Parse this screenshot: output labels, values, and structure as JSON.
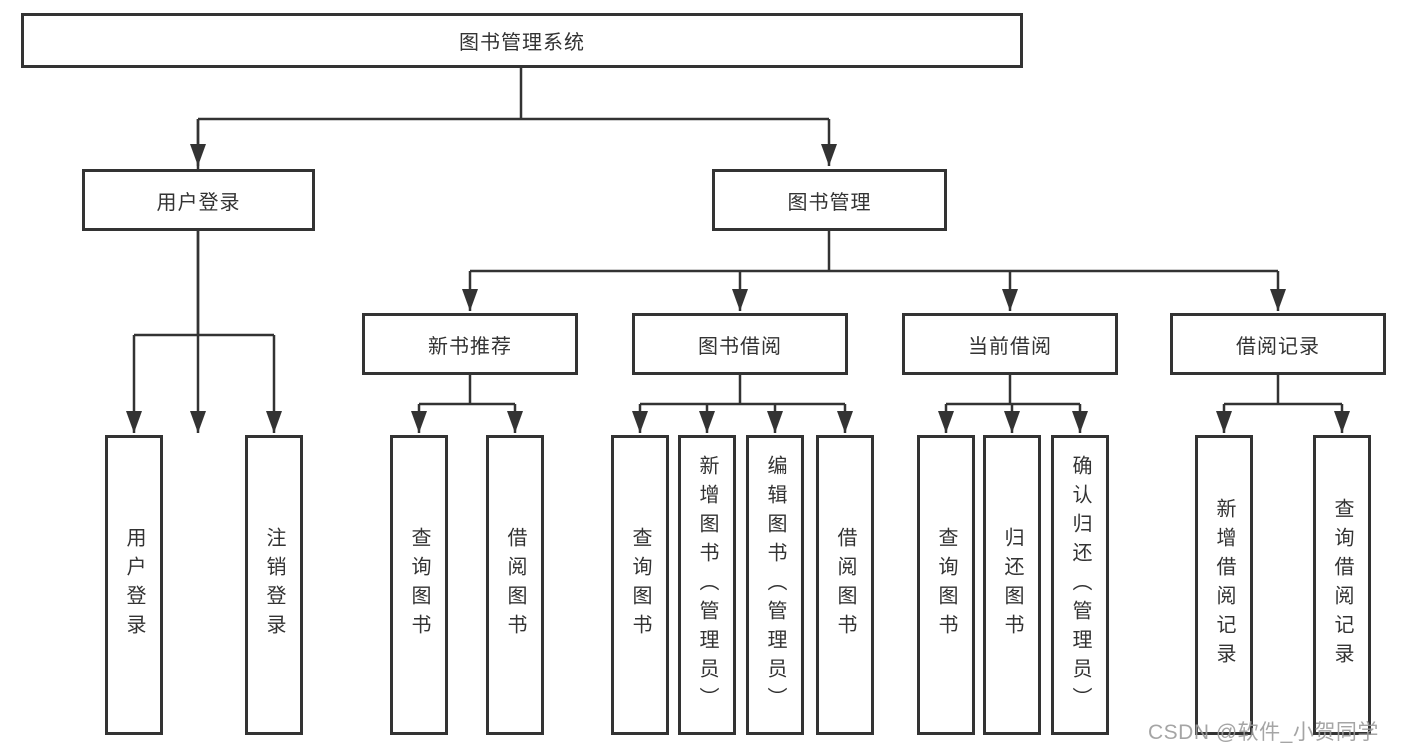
{
  "diagram": {
    "root": {
      "label": "图书管理系统"
    },
    "level2": {
      "user_login": {
        "label": "用户登录"
      },
      "book_mgmt": {
        "label": "图书管理"
      }
    },
    "level3": {
      "new_books": {
        "label": "新书推荐"
      },
      "book_borrow": {
        "label": "图书借阅"
      },
      "current_borrow": {
        "label": "当前借阅"
      },
      "borrow_records": {
        "label": "借阅记录"
      }
    },
    "leaves": {
      "user_login": [
        "用户登录",
        "注销登录"
      ],
      "new_books": [
        "查询图书",
        "借阅图书"
      ],
      "book_borrow": [
        "查询图书",
        "新增图书（管理员）",
        "编辑图书（管理员）",
        "借阅图书"
      ],
      "current_borrow": [
        "查询图书",
        "归还图书",
        "确认归还（管理员）"
      ],
      "borrow_records": [
        "新增借阅记录",
        "查询借阅记录"
      ]
    }
  },
  "watermark": "CSDN @软件_小贺同学",
  "colors": {
    "line": "#333333",
    "text": "#333333",
    "watermark": "#9c9c9c",
    "background": "#ffffff"
  }
}
